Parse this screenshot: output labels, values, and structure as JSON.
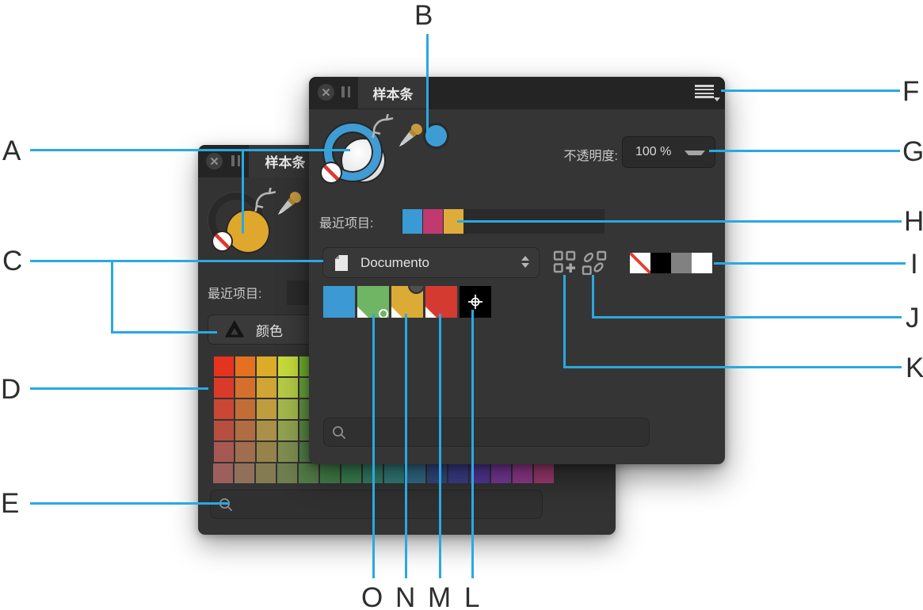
{
  "annotations": {
    "line_color": "#29a9e1",
    "labels": {
      "a": "A",
      "b": "B",
      "c": "C",
      "d": "D",
      "e": "E",
      "f": "F",
      "g": "G",
      "h": "H",
      "i": "I",
      "j": "J",
      "k": "K",
      "l": "L",
      "m": "M",
      "n": "N",
      "o": "O"
    }
  },
  "front_panel": {
    "title": "样本条",
    "opacity_label": "不透明度:",
    "opacity_value": "100 %",
    "recent_label": "最近项目:",
    "recent_colors": [
      "#3b99d4",
      "#c03a70",
      "#dfac3c"
    ],
    "palette_name": "Documento",
    "stroke_color": "#3f9cd4",
    "sample_color": "#3e9cd5",
    "grayscale_swatches": [
      "none",
      "#000000",
      "#818181",
      "#ffffff"
    ],
    "document_swatches": [
      {
        "color": "#3c99d3",
        "type": "plain"
      },
      {
        "color": "#6fb563",
        "type": "global-spot"
      },
      {
        "color": "#dcab36",
        "type": "global-overprint"
      },
      {
        "color": "#d53a31",
        "type": "global"
      },
      {
        "color": "#000000",
        "type": "registration"
      }
    ],
    "search_value": ""
  },
  "back_panel": {
    "title": "样本条",
    "recent_label": "最近项目:",
    "palette_name": "颜色",
    "fill_color": "#dfa82c",
    "grid_rows": [
      [
        "#e63320",
        "#e4711f",
        "#dcab28",
        "#c6dc3b",
        "#71b42e"
      ],
      [
        "#d93b2b",
        "#d5702c",
        "#d0a534",
        "#b6cc45",
        "#6aa63b"
      ],
      [
        "#c94734",
        "#c36d36",
        "#bf9c3e",
        "#a4b94c",
        "#629543"
      ],
      [
        "#b74f41",
        "#b06d42",
        "#ab9147",
        "#92a351",
        "#5b8a47"
      ],
      [
        "#a65852",
        "#a06e4e",
        "#968349",
        "#808e50",
        "#53804a"
      ]
    ],
    "bottom_row": [
      "#9c5f5b",
      "#91705a",
      "#847b53",
      "#6f7f4e",
      "#55814a",
      "#43834b",
      "#3b8554",
      "#35836c",
      "#34807e",
      "#33708c",
      "#354c86",
      "#3e408f",
      "#56389c",
      "#7d3aa0",
      "#973b91",
      "#a33c73"
    ],
    "search_value": ""
  }
}
